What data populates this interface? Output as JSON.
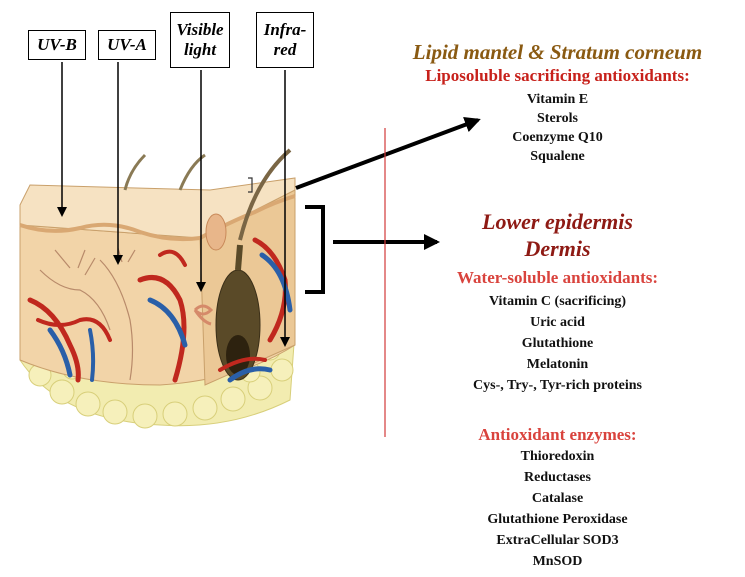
{
  "radiation_labels": [
    {
      "id": "uvb",
      "text": "UV-B"
    },
    {
      "id": "uva",
      "text": "UV-A"
    },
    {
      "id": "visible",
      "line1": "Visible",
      "line2": "light"
    },
    {
      "id": "infrared",
      "line1": "Infra-",
      "line2": "red"
    }
  ],
  "lipid_section": {
    "title": "Lipid mantel & Stratum corneum",
    "subtitle": "Liposoluble sacrificing antioxidants:",
    "items": [
      "Vitamin E",
      "Sterols",
      "Coenzyme Q10",
      "Squalene"
    ]
  },
  "lower_section": {
    "title_line1": "Lower epidermis",
    "title_line2": "Dermis",
    "subtitle": "Water-soluble antioxidants:",
    "items": [
      "Vitamin C (sacrificing)",
      "Uric acid",
      "Glutathione",
      "Melatonin",
      "Cys-, Try-, Tyr-rich proteins"
    ]
  },
  "enzymes_section": {
    "subtitle": "Antioxidant enzymes:",
    "items": [
      "Thioredoxin",
      "Reductases",
      "Catalase",
      "Glutathione Peroxidase",
      "ExtraCellular SOD3",
      "MnSOD"
    ]
  },
  "colors": {
    "lipid_title": "#8a5a12",
    "lower_title": "#8e1a14",
    "subtitle_red": "#c7211b",
    "subtitle_pink": "#d9433d",
    "divider": "#d23a3a",
    "artery": "#c0281e",
    "vein": "#2a5fa8",
    "skin": "#f0d7ae"
  }
}
